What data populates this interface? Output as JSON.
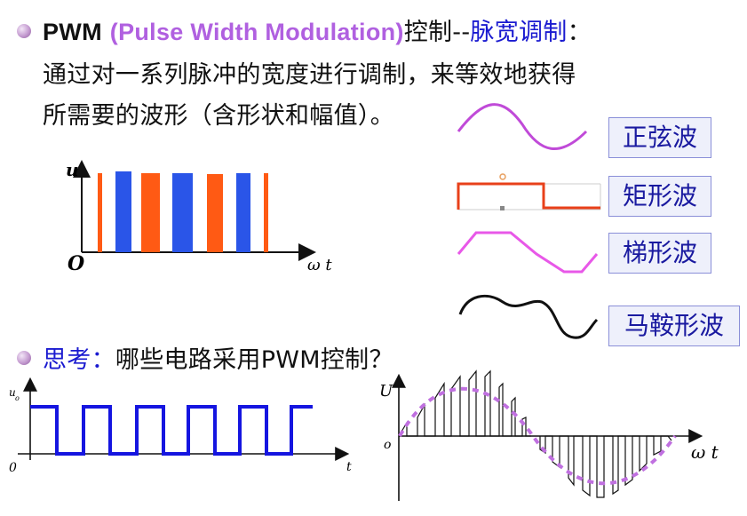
{
  "heading": {
    "pwm": "PWM",
    "full": "(Pulse Width Modulation)",
    "mid": "控制--",
    "cn": "脉宽调制",
    "colon": "："
  },
  "body_line_2": "通过对一系列脉冲的宽度进行调制，来等效地获得",
  "body_line_3": "所需要的波形（含形状和幅值）。",
  "think": {
    "label": "思考：",
    "question": "哪些电路采用PWM控制？"
  },
  "wave_labels": [
    "正弦波",
    "矩形波",
    "梯形波",
    "马鞍形波"
  ],
  "chart1": {
    "ylabel": "u",
    "origin": "O",
    "xlabel": "ω t"
  },
  "chart2": {
    "ylabel": "u",
    "ylabel_sub": "o",
    "origin": "0",
    "xlabel": "t"
  },
  "chart3": {
    "ylabel": "U",
    "origin": "o",
    "xlabel": "ω t"
  },
  "colors": {
    "purple": "#b060e0",
    "blue": "#1a1ad0",
    "orange": "#ff5a14",
    "pulse_blue": "#2a55e8",
    "label_bg": "#eef0fb",
    "sine": "#c04ad8",
    "rect": "#e8401a",
    "trap": "#e858e8",
    "saddle": "#111111",
    "square": "#1515e0",
    "dashed_sine": "#c070e0"
  },
  "icons": [
    "bullet-icon"
  ]
}
